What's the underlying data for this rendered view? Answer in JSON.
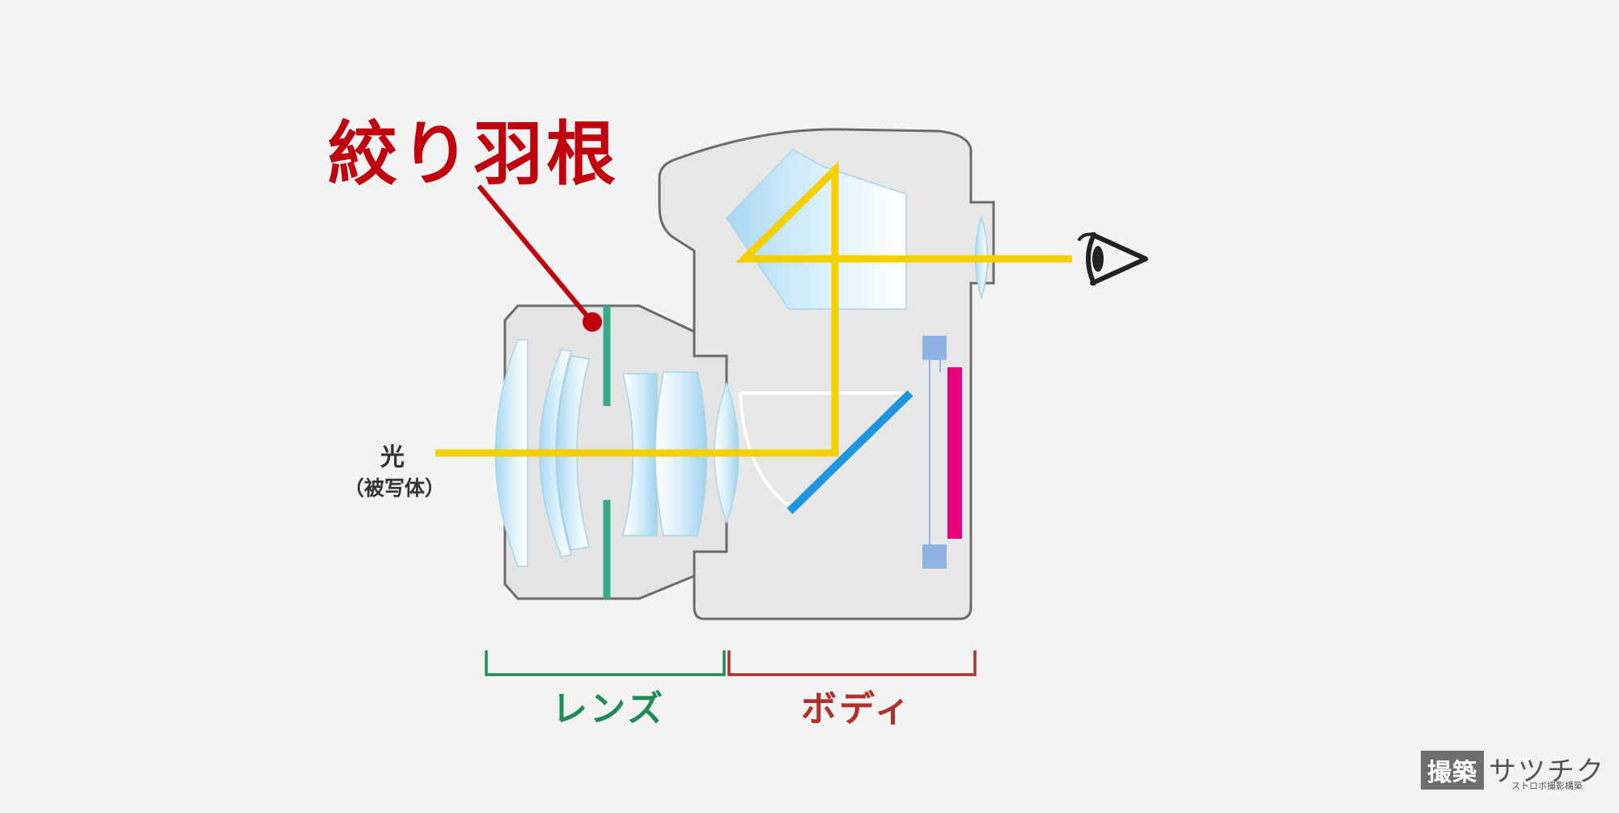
{
  "title": "絞り羽根",
  "labels": {
    "light": "光",
    "subject": "（被写体）",
    "lens": "レンズ",
    "body": "ボディ"
  },
  "logo": {
    "box_text": "撮築",
    "main": "サツチク",
    "sub": "ストロボ撮影構築"
  },
  "colors": {
    "background": "#f3f3f3",
    "title_red": "#c0000d",
    "light_ray": "#f5d000",
    "aperture_blade": "#3aaa8c",
    "mirror": "#1f95dd",
    "sensor": "#e6007e",
    "shutter": "#8fb4e3",
    "lens_bracket": "#1f8c58",
    "body_bracket": "#b0302c",
    "camera_fill": "#e7e7e7",
    "camera_outline": "#6b6b6b"
  },
  "icons": [
    "eye-icon",
    "pointer-dot-icon"
  ]
}
